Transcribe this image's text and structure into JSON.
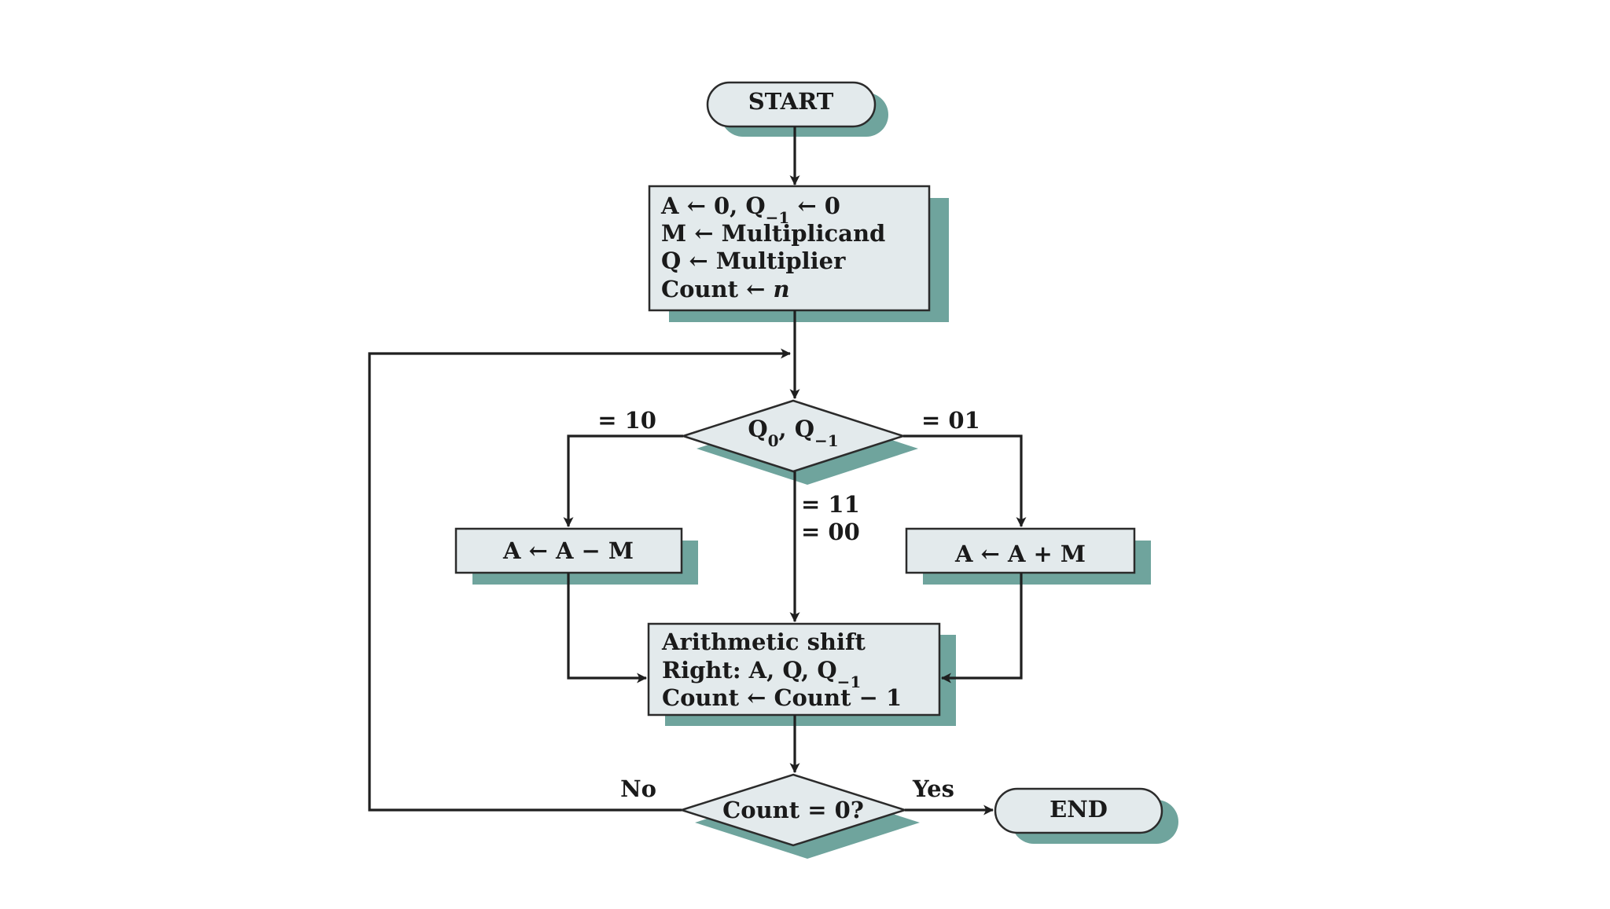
{
  "diagram": {
    "start": "START",
    "end": "END",
    "init": [
      {
        "pre": "A ← 0, Q",
        "sub": "−1",
        "post": " ← 0"
      },
      {
        "pre": "M ← Multiplicand"
      },
      {
        "pre": "Q ← Multiplier"
      },
      {
        "pre": "Count ← ",
        "ital": "n"
      }
    ],
    "decision1": {
      "a": "Q",
      "a_sub": "0",
      "mid": ", Q",
      "b_sub": "−1"
    },
    "label_10": "= 10",
    "label_01": "= 01",
    "label_11": "= 11",
    "label_00": "= 00",
    "sub_box": "A ← A − M",
    "add_box": "A ← A + M",
    "shift": [
      {
        "pre": "Arithmetic shift"
      },
      {
        "pre": "Right: A, Q, Q",
        "sub": "−1"
      },
      {
        "pre": "Count ← Count − 1"
      }
    ],
    "decision2": "Count = 0?",
    "label_no": "No",
    "label_yes": "Yes"
  }
}
